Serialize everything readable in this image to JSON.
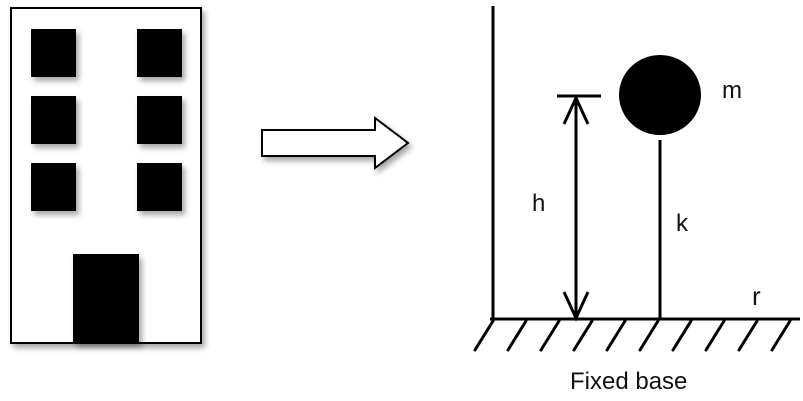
{
  "labels": {
    "mass": "m",
    "height": "h",
    "stiffness": "k",
    "damping": "r",
    "base": "Fixed base"
  },
  "building": {
    "window_rows": 3,
    "window_cols": 2
  },
  "colors": {
    "ink": "#000000",
    "shadow": "#c8c8c8",
    "background": "#ffffff"
  }
}
